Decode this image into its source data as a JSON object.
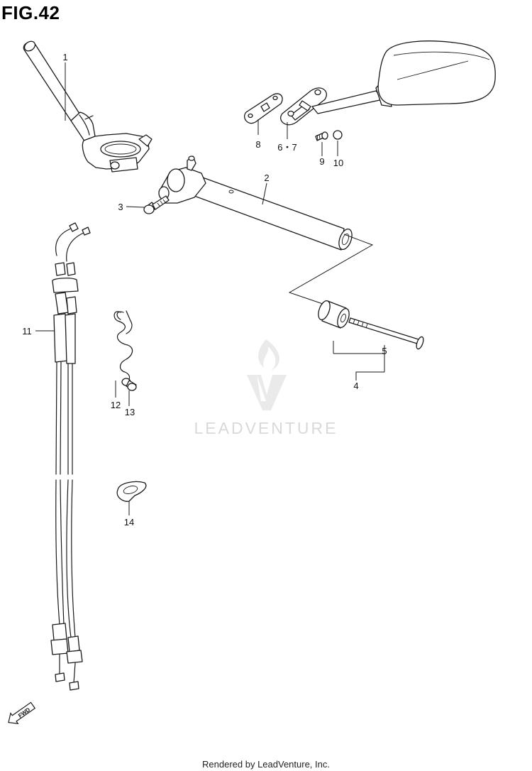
{
  "figure_title": "FIG.42",
  "footer_text": "Rendered by LeadVenture, Inc.",
  "watermark_text": "LEADVENTURE",
  "fwd_label": "FWD",
  "callouts": {
    "c1": "1",
    "c2": "2",
    "c3": "3",
    "c4": "4",
    "c5": "5",
    "c67": "6・7",
    "c8": "8",
    "c9": "9",
    "c10": "10",
    "c11": "11",
    "c12": "12",
    "c13": "13",
    "c14": "14"
  },
  "colors": {
    "line": "#1a1a1a",
    "watermark": "#d9d9d9",
    "background": "#ffffff"
  }
}
